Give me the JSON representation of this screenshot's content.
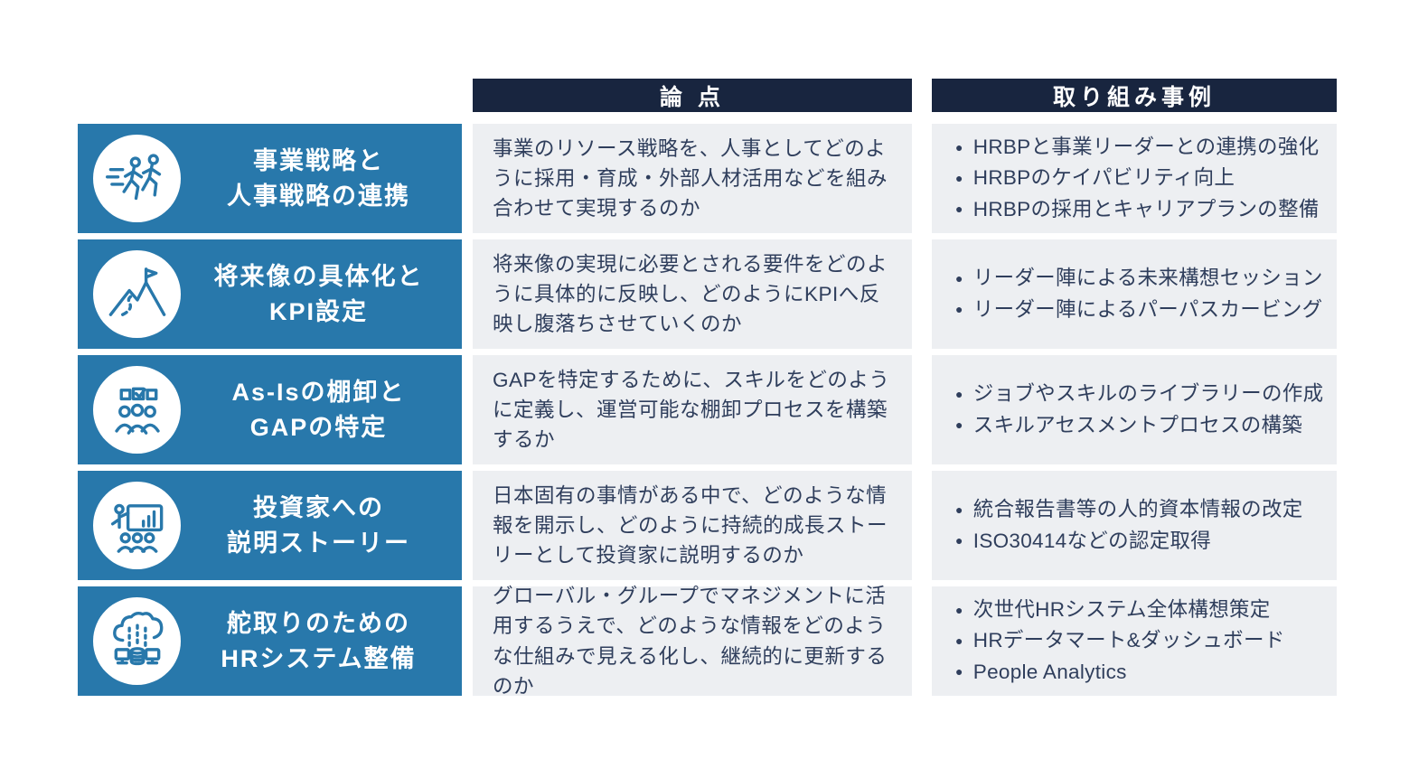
{
  "colors": {
    "blue": "#2878AB",
    "navy": "#18253F",
    "cell_background": "#EDEFF2",
    "text": "#2F3E5C",
    "white": "#FFFFFF"
  },
  "header": {
    "issues_label": "論 点",
    "examples_label": "取り組み事例"
  },
  "rows": [
    {
      "icon": "runners-icon",
      "title_lines": [
        "事業戦略と",
        "人事戦略の連携"
      ],
      "issue": "事業のリソース戦略を、人事としてどのように採用・育成・外部人材活用などを組み合わせて実現するのか",
      "examples": [
        "HRBPと事業リーダーとの連携の強化",
        "HRBPのケイパビリティ向上",
        "HRBPの採用とキャリアプランの整備"
      ]
    },
    {
      "icon": "mountain-flag-icon",
      "title_lines": [
        "将来像の具体化と",
        "KPI設定"
      ],
      "issue": "将来像の実現に必要とされる要件をどのように具体的に反映し、どのようにKPIへ反映し腹落ちさせていくのか",
      "examples": [
        "リーダー陣による未来構想セッション",
        "リーダー陣によるパーパスカービング"
      ]
    },
    {
      "icon": "survey-people-icon",
      "title_lines": [
        "As-Isの棚卸と",
        "GAPの特定"
      ],
      "issue": "GAPを特定するために、スキルをどのように定義し、運営可能な棚卸プロセスを構築するか",
      "examples": [
        "ジョブやスキルのライブラリーの作成",
        "スキルアセスメントプロセスの構築"
      ]
    },
    {
      "icon": "presentation-icon",
      "title_lines": [
        "投資家への",
        "説明ストーリー"
      ],
      "issue": "日本固有の事情がある中で、どのような情報を開示し、どのように持続的成長ストーリーとして投資家に説明するのか",
      "examples": [
        "統合報告書等の人的資本情報の改定",
        "ISO30414などの認定取得"
      ]
    },
    {
      "icon": "cloud-system-icon",
      "title_lines": [
        "舵取りのための",
        "HRシステム整備"
      ],
      "issue": "グローバル・グループでマネジメントに活用するうえで、どのような情報をどのような仕組みで見える化し、継続的に更新するのか",
      "examples": [
        "次世代HRシステム全体構想策定",
        "HRデータマート&ダッシュボード",
        "People Analytics"
      ]
    }
  ],
  "bullet_glyph": "●"
}
